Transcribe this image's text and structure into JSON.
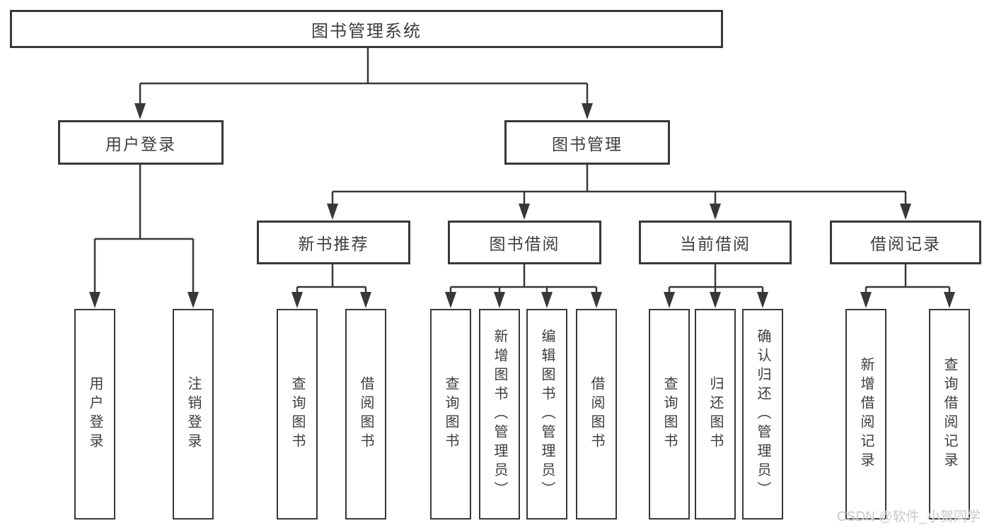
{
  "diagram": {
    "root": "图书管理系统",
    "level2": [
      {
        "label": "用户登录",
        "children": [
          "用户登录",
          "注销登录"
        ]
      },
      {
        "label": "图书管理"
      }
    ],
    "level3": [
      {
        "label": "新书推荐",
        "children": [
          "查询图书",
          "借阅图书"
        ]
      },
      {
        "label": "图书借阅",
        "children": [
          "查询图书",
          "新增图书（管理员）",
          "编辑图书（管理员）",
          "借阅图书"
        ]
      },
      {
        "label": "当前借阅",
        "children": [
          "查询图书",
          "归还图书",
          "确认归还（管理员）"
        ]
      },
      {
        "label": "借阅记录",
        "children": [
          "新增借阅记录",
          "查询借阅记录"
        ]
      }
    ],
    "watermark": "CSDN @软件_小贺同学",
    "colors": {
      "line": "#383838",
      "text": "#3d3d3d",
      "watermark": "#c9c9c9",
      "background": "#ffffff"
    }
  }
}
